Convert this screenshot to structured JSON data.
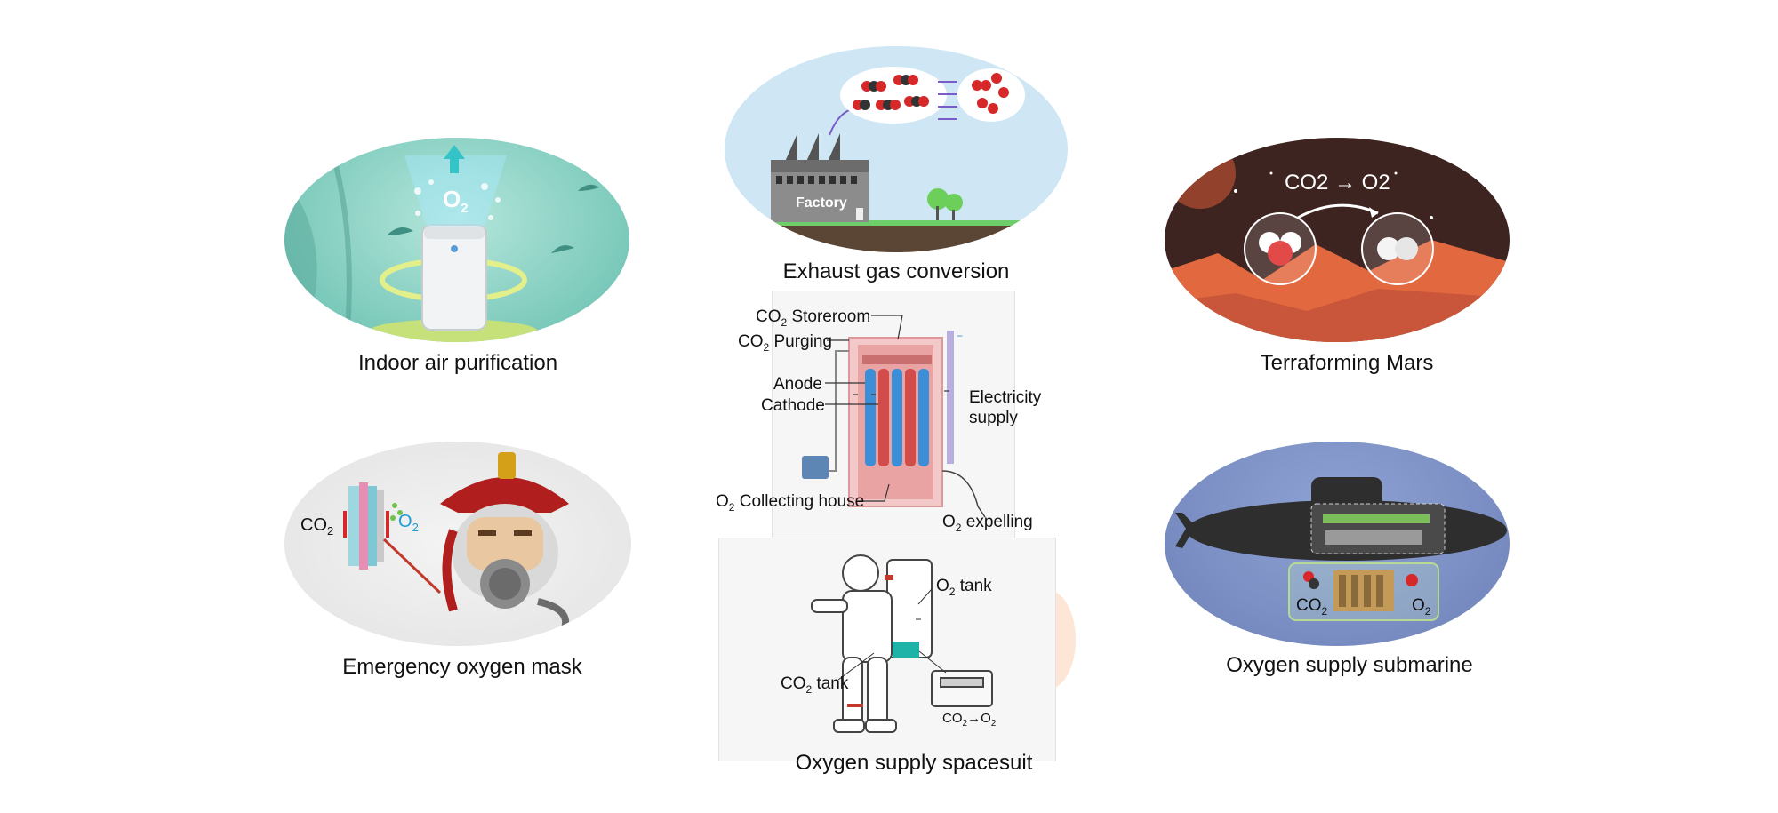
{
  "captions": {
    "indoor": "Indoor air purification",
    "exhaust": "Exhaust gas conversion",
    "mars": "Terraforming Mars",
    "mask": "Emergency oxygen mask",
    "submarine": "Oxygen supply submarine",
    "spacesuit": "Oxygen supply spacesuit"
  },
  "indoor": {
    "o2": "O2"
  },
  "exhaust": {
    "factory": "Factory"
  },
  "mars": {
    "equation": "CO2 → O2"
  },
  "mask": {
    "co2": "CO2",
    "o2": "O2"
  },
  "submarine": {
    "co2": "CO2",
    "o2": "O2"
  },
  "device": {
    "storeroom": "CO2 Storeroom",
    "purging": "CO2 Purging",
    "anode": "Anode",
    "cathode": "Cathode",
    "electricity": "Electricity",
    "supply": "supply",
    "collecting": "O2 Collecting house",
    "expelling": "O2 expelling"
  },
  "spacesuit": {
    "o2_tank": "O2 tank",
    "co2_tank": "CO2 tank",
    "conversion": "CO2→O2"
  },
  "colors": {
    "teal": "#8fd3c5",
    "sky": "#cfe6f5",
    "mars": "#3d2421",
    "gray": "#e6e6e6",
    "navy": "#7b8fc4"
  }
}
